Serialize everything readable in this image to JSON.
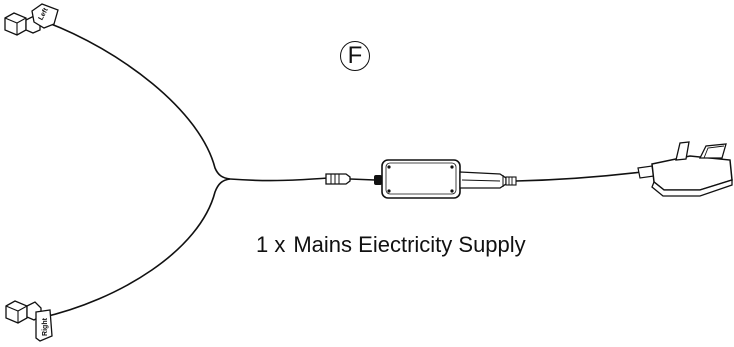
{
  "diagram": {
    "part_letter": "F",
    "caption": {
      "quantity": "1 x",
      "item": "Mains Eiectricity Supply"
    },
    "plug_labels": {
      "top": "Left",
      "bottom": "Right"
    },
    "colors": {
      "line": "#111111",
      "fill": "#ffffff",
      "background": "#ffffff"
    },
    "icons": [
      "left-jack-plug-icon",
      "right-jack-plug-icon",
      "inline-connector-icon",
      "power-supply-box-icon",
      "mains-plug-icon"
    ]
  }
}
